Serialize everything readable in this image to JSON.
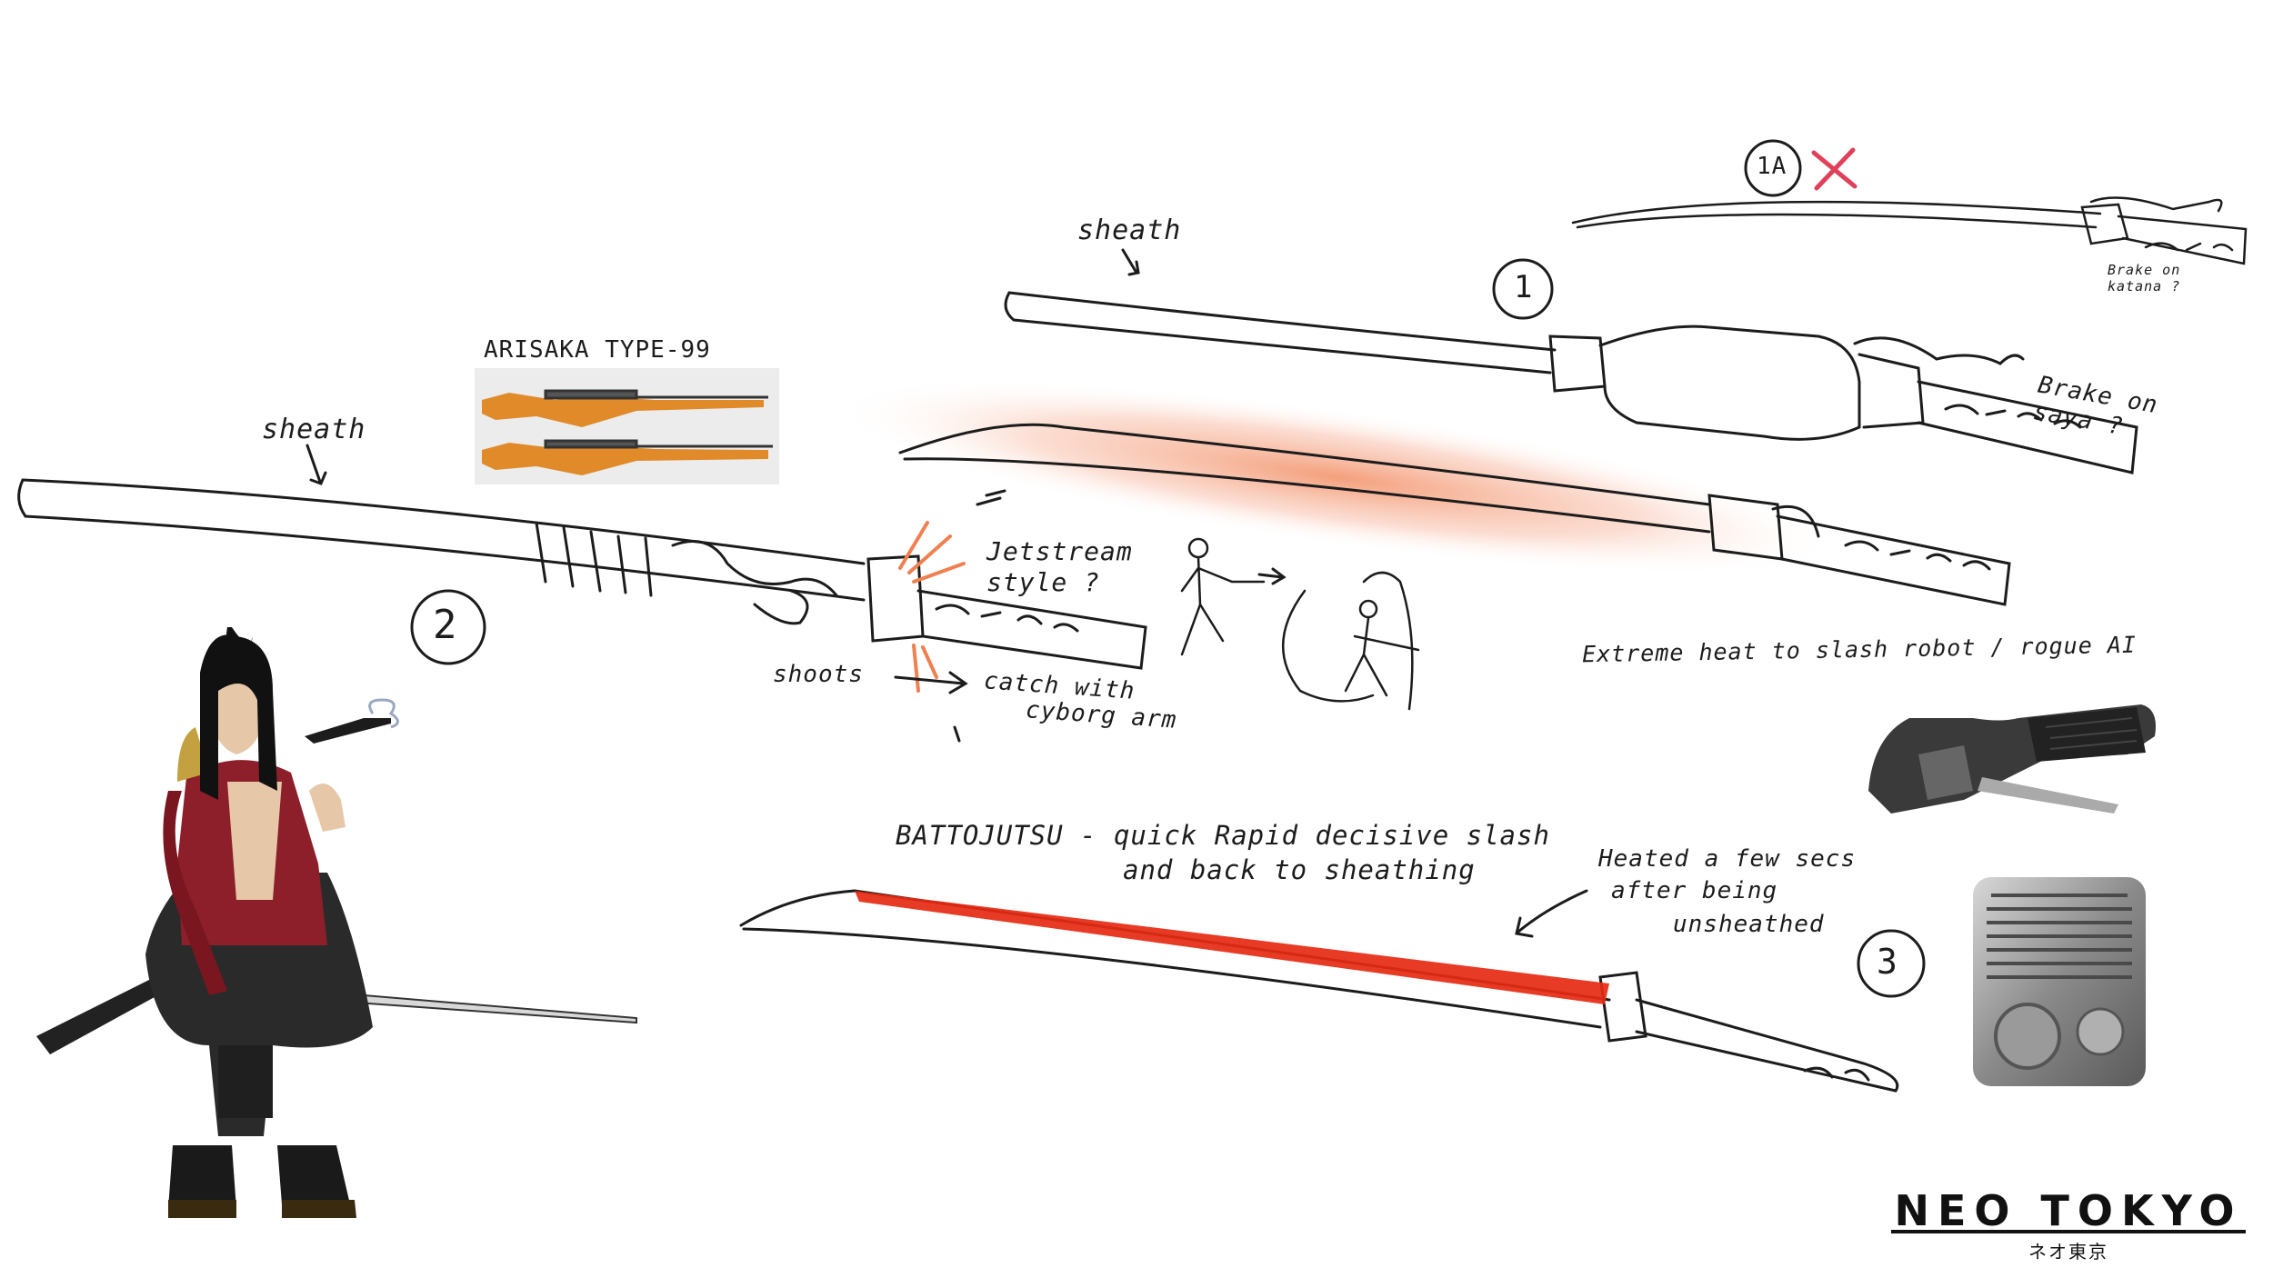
{
  "title": "NEO TOKYO",
  "subtitle": "ネオ東京",
  "labels": {
    "sheath_top": "sheath",
    "sheath_left": "sheath",
    "rifle_title": "ARISAKA TYPE-99",
    "variant_1a": "1A",
    "brake_on_katana": "Brake on katana ?",
    "variant_1": "1",
    "brake_on_saya": "Brake on saya ?",
    "variant_2": "2",
    "jetstream": "Jetstream style ?",
    "shoots": "shoots",
    "catch_with": "catch with",
    "cyborg_arm": "cyborg arm",
    "extreme_heat": "Extreme heat to slash robot / rogue AI",
    "battojutsu_line1": "BATTOJUTSU - quick Rapid decisive slash",
    "battojutsu_line2": "and back to sheathing",
    "heated_line1": "Heated a few secs",
    "heated_line2": "after being",
    "heated_line3": "unsheathed",
    "variant_3": "3"
  },
  "colors": {
    "ink": "#1c1c1c",
    "heat_glow": "#f08050",
    "heat_blade": "#e62a12",
    "reject_mark": "#e0405a",
    "rifle_wood": "#e08a2a",
    "robe_red": "#8c1f2a",
    "pants": "#2a2a2a"
  },
  "icons": {
    "reject_mark": "x-mark-icon",
    "arrow": "arrow-icon"
  }
}
